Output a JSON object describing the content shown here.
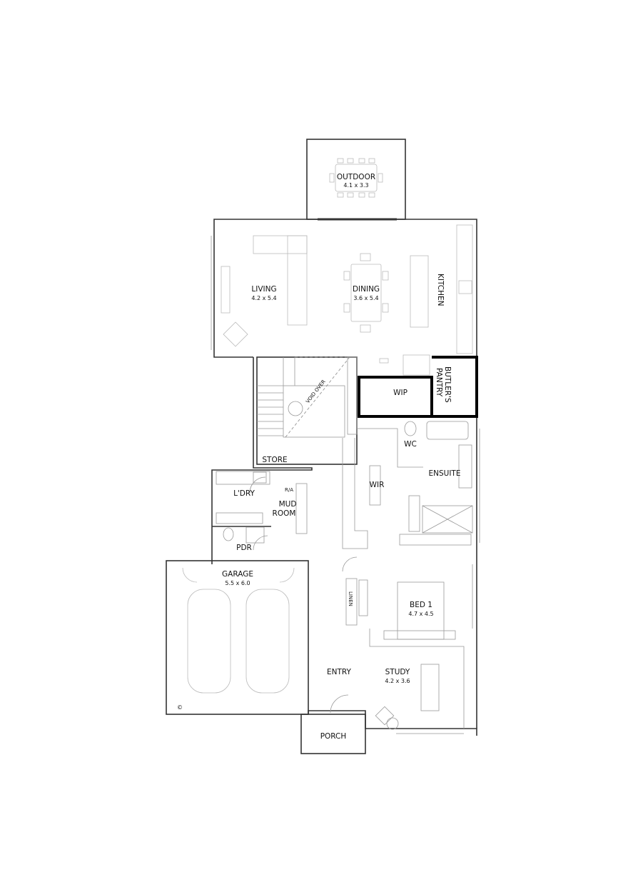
{
  "rooms": {
    "outdoor": {
      "name": "OUTDOOR",
      "size": "4.1 x 3.3"
    },
    "living": {
      "name": "LIVING",
      "size": "4.2 x 5.4"
    },
    "dining": {
      "name": "DINING",
      "size": "3.6 x 5.4"
    },
    "kitchen": {
      "name": "KITCHEN"
    },
    "butlers_pantry": {
      "name_line1": "BUTLER'S",
      "name_line2": "PANTRY"
    },
    "wip": {
      "name": "WIP"
    },
    "void_over": {
      "name": "VOID OVER"
    },
    "store": {
      "name": "STORE"
    },
    "wc": {
      "name": "WC"
    },
    "ensuite": {
      "name": "ENSUITE"
    },
    "laundry": {
      "name": "L'DRY"
    },
    "ra": {
      "name": "R/A"
    },
    "mud_room": {
      "name_line1": "MUD",
      "name_line2": "ROOM"
    },
    "wir": {
      "name": "WIR"
    },
    "pdr": {
      "name": "PDR"
    },
    "garage": {
      "name": "GARAGE",
      "size": "5.5 x 6.0"
    },
    "linen": {
      "name": "LINEN"
    },
    "bed1": {
      "name": "BED 1",
      "size": "4.7 x 4.5"
    },
    "entry": {
      "name": "ENTRY"
    },
    "study": {
      "name": "STUDY",
      "size": "4.2 x 3.6"
    },
    "porch": {
      "name": "PORCH"
    }
  },
  "copyright_mark": "©",
  "colors": {
    "walls": "#333333",
    "highlight_walls": "#000000",
    "furniture": "#bbbbbb"
  }
}
